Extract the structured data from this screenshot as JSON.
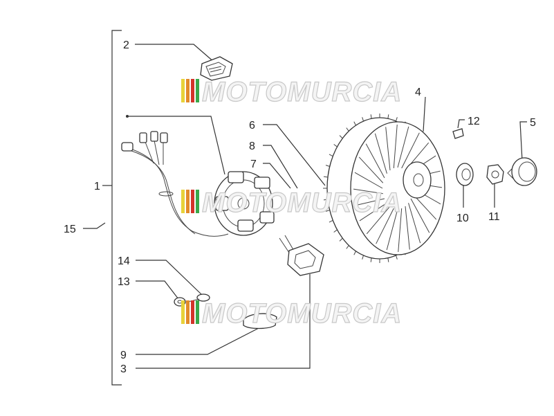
{
  "callouts": {
    "c1": "1",
    "c2": "2",
    "c3": "3",
    "c4": "4",
    "c5": "5",
    "c6": "6",
    "c7": "7",
    "c8": "8",
    "c9": "9",
    "c10": "10",
    "c11": "11",
    "c12": "12",
    "c13": "13",
    "c14": "14",
    "c15": "15"
  },
  "watermark": {
    "text": "MOTOMURCIA",
    "stripe_colors": [
      "#e8d23a",
      "#e28a2a",
      "#d2342a",
      "#3aa84a"
    ]
  },
  "colors": {
    "line": "#333333",
    "watermark_outline": "#c8c8c8"
  }
}
